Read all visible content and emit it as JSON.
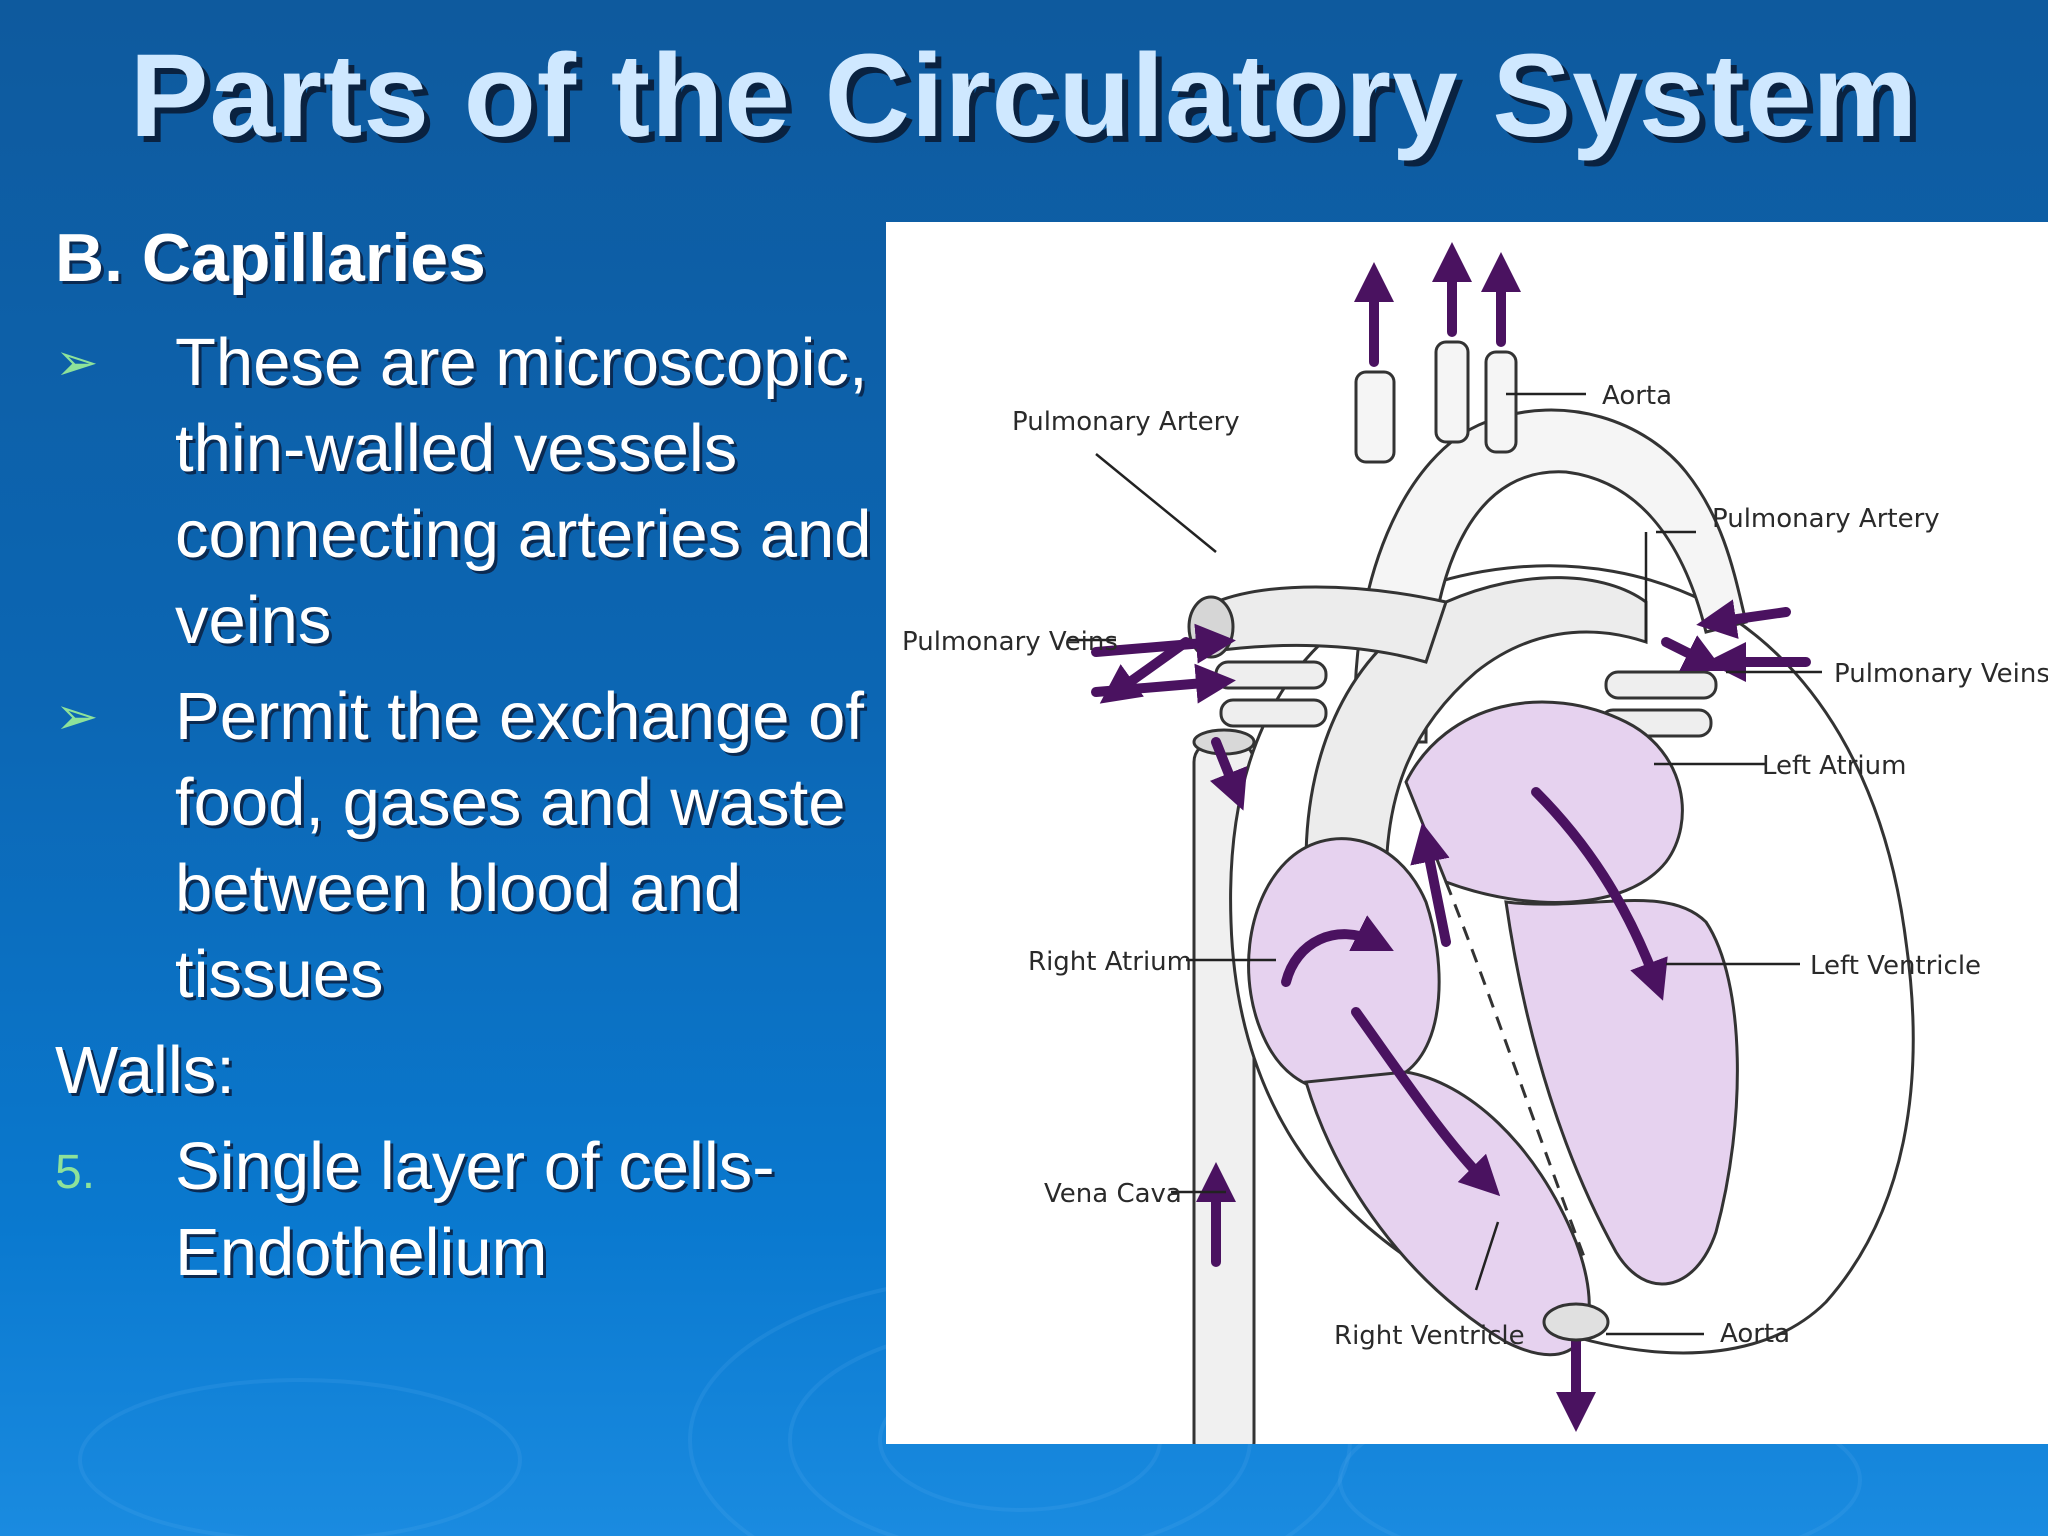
{
  "slide": {
    "title": "Parts of the Circulatory System",
    "heading": "B. Capillaries",
    "bullets": [
      {
        "marker": "➢",
        "text": "These are microscopic, thin-walled vessels connecting arteries and veins"
      },
      {
        "marker": "➢",
        "text": "Permit the exchange of food, gases and waste between blood and tissues"
      }
    ],
    "walls_label": "Walls:",
    "numbered": [
      {
        "marker": "5.",
        "text": "Single layer of cells-Endothelium"
      }
    ]
  },
  "diagram": {
    "labels": {
      "aorta_top": "Aorta",
      "pulmonary_artery_left": "Pulmonary Artery",
      "pulmonary_artery_right": "Pulmonary Artery",
      "pulmonary_veins_left": "Pulmonary Veins",
      "pulmonary_veins_right": "Pulmonary Veins",
      "left_atrium": "Left Atrium",
      "right_atrium": "Right Atrium",
      "left_ventricle": "Left Ventricle",
      "vena_cava": "Vena Cava",
      "right_ventricle": "Right Ventricle",
      "aorta_bottom": "Aorta"
    },
    "colors": {
      "chamber": "#e6d2ef",
      "arrow": "#4a1260"
    }
  }
}
